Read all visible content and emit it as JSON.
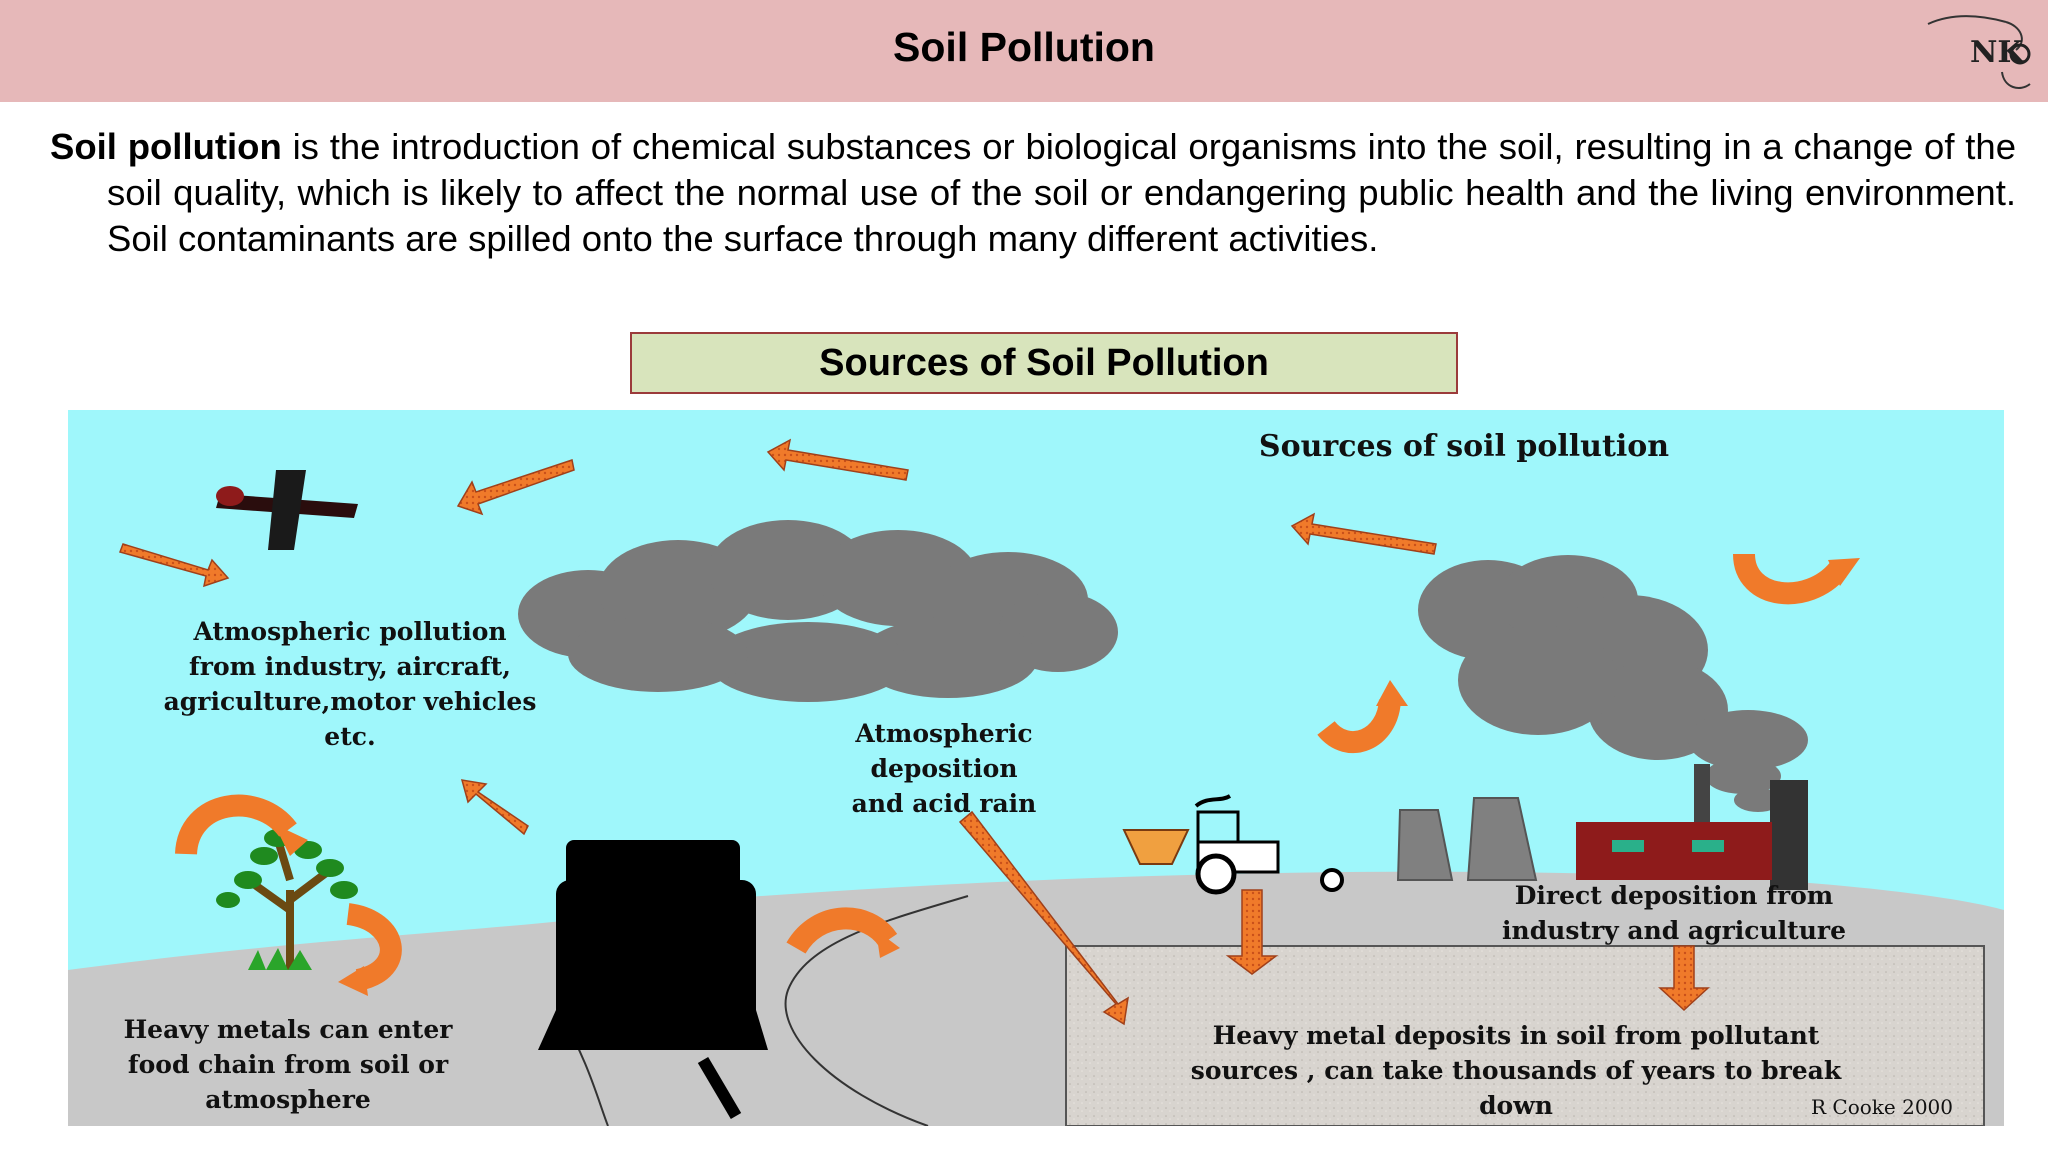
{
  "header": {
    "title": "Soil Pollution",
    "logo_text": "NKO"
  },
  "intro": {
    "term": "Soil pollution",
    "text": " is the introduction of chemical substances or biological organisms into the soil, resulting in a change of the soil quality, which is likely to affect the normal use of the soil or endangering public health and the living environment. Soil contaminants are spilled onto the surface through many different activities."
  },
  "sources_box": {
    "title": "Sources of Soil Pollution"
  },
  "figure": {
    "title": "Sources of soil pollution",
    "atmospheric_pollution": [
      "Atmospheric pollution",
      "from industry, aircraft,",
      "agriculture,motor vehicles",
      "etc."
    ],
    "deposition": [
      "Atmospheric",
      "deposition",
      "and acid rain"
    ],
    "direct_deposition": [
      "Direct deposition from",
      "industry and agriculture"
    ],
    "food_chain": [
      "Heavy metals can enter",
      "food chain from soil or",
      "atmosphere"
    ],
    "heavy_metal": [
      "Heavy metal deposits in soil from pollutant",
      "sources , can take thousands of years to break",
      "down"
    ],
    "credit": "R Cooke 2000",
    "colors": {
      "sky": "#9ff7fb",
      "ground": "#c8c8c8",
      "arrow": "#f07a2a",
      "smoke": "#7a7a7a",
      "factory": "#8e1b1b"
    }
  }
}
